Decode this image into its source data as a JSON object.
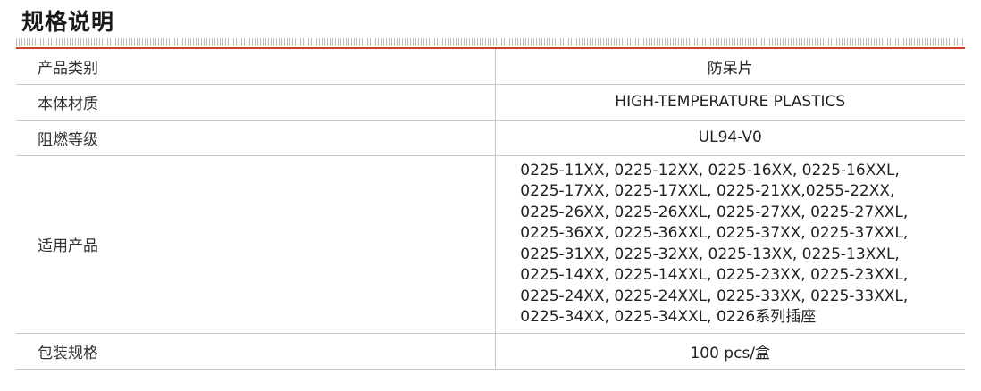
{
  "section": {
    "title": "规格说明"
  },
  "accent_color": "#d0412d",
  "rows": [
    {
      "label": "产品类别",
      "value": "防呆片"
    },
    {
      "label": "本体材质",
      "value": "HIGH-TEMPERATURE PLASTICS"
    },
    {
      "label": "阻燃等级",
      "value": "UL94-V0"
    },
    {
      "label": "适用产品",
      "value_lines": [
        "0225-11XX, 0225-12XX, 0225-16XX, 0225-16XXL,",
        "0225-17XX, 0225-17XXL, 0225-21XX,0255-22XX,",
        "0225-26XX, 0225-26XXL, 0225-27XX, 0225-27XXL,",
        "0225-36XX, 0225-36XXL, 0225-37XX, 0225-37XXL,",
        "0225-31XX, 0225-32XX, 0225-13XX, 0225-13XXL,",
        "0225-14XX, 0225-14XXL, 0225-23XX, 0225-23XXL,",
        "0225-24XX, 0225-24XXL, 0225-33XX, 0225-33XXL,",
        "0225-34XX, 0225-34XXL, 0226系列插座"
      ]
    },
    {
      "label": "包装规格",
      "value": "100 pcs/盒"
    }
  ]
}
